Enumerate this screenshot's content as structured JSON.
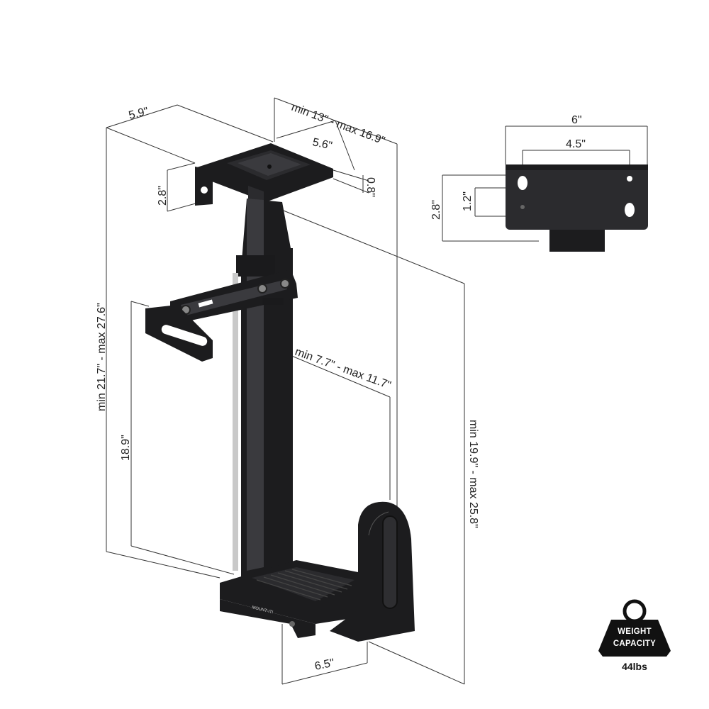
{
  "dimensions": {
    "top_width": "5.9\"",
    "top_depth": "min 13\" - max 16.9\"",
    "plate_depth": "5.6\"",
    "plate_thickness": "0.8\"",
    "bracket_height": "2.8\"",
    "overall_height": "min 21.7\" - max 27.6\"",
    "inner_height": "18.9\"",
    "width_range": "min 7.7\" - max 11.7\"",
    "right_height": "min 19.9\" - max 25.8\"",
    "base_width": "6.5\""
  },
  "detail_view": {
    "overall_width": "6\"",
    "hole_spacing": "4.5\"",
    "height": "2.8\"",
    "hole_offset": "1.2\""
  },
  "product": {
    "brand_mark": "MOUNT-IT!"
  },
  "badge": {
    "line1": "WEIGHT",
    "line2": "CAPACITY",
    "value": "44lbs"
  }
}
